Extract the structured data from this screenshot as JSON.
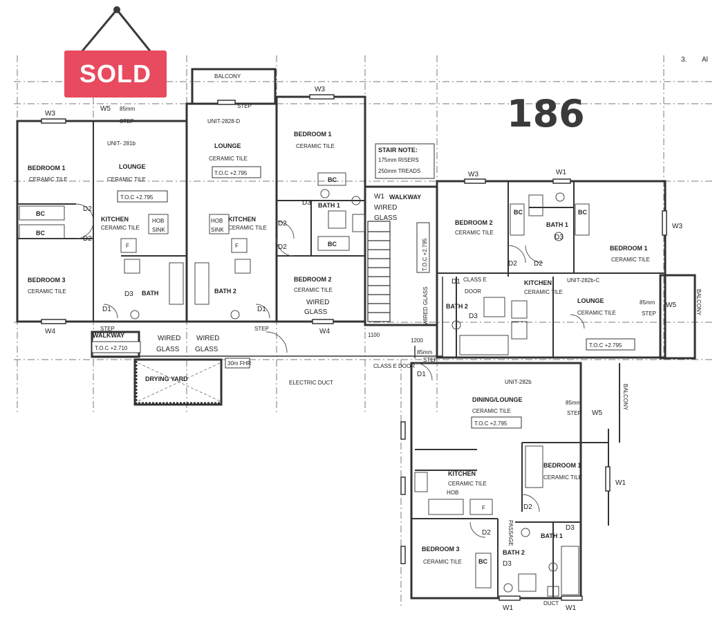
{
  "badge": {
    "sold": "SOLD",
    "lot_number": "186",
    "colors": {
      "sold_bg": "#e84a5f",
      "number": "#3a3a3a"
    }
  },
  "labels": {
    "grid_3": "3.",
    "grid_a": "Al",
    "balcony": "BALCONY",
    "unit_2828": "UNIT-2828-D",
    "unit_281b": "UNIT- 281b",
    "unit_282c": "UNIT-282b-C",
    "unit_282b": "UNIT-282b",
    "bedroom1": "BEDROOM 1",
    "bedroom2": "BEDROOM 2",
    "bedroom3": "BEDROOM 3",
    "lounge": "LOUNGE",
    "kitchen": "KITCHEN",
    "dining_lounge": "DINING/LOUNGE",
    "ceramic": "CERAMIC TILE",
    "toc": "T.O.C +2.795",
    "toc_walk": "T.O.C +2.710",
    "toc_vert": "T.O.C +2.795",
    "bath": "BATH",
    "bath1": "BATH 1",
    "bath2": "BATH 2",
    "bc": "BC",
    "hob": "HOB",
    "sink": "SINK",
    "f": "F",
    "d1": "D1",
    "d2": "D2",
    "d3": "D3",
    "w1": "W1",
    "w3": "W3",
    "w4": "W4",
    "w5": "W5",
    "step": "STEP",
    "step_85": "85mm",
    "stair_note": "STAIR NOTE:",
    "risers": "175mm RISERS",
    "treads": "250mm TREADS",
    "walkway": "WALKWAY",
    "wired_glass": "WIRED GLASS",
    "wired": "WIRED",
    "glass": "GLASS",
    "class_e_door": "CLASS E DOOR",
    "class_e": "CLASS E",
    "door": "DOOR",
    "drying_yard": "DRYING YARD",
    "electric_duct": "ELECTRIC DUCT",
    "fhr": "30m FHR",
    "dim_1100": "1100",
    "dim_1200": "1200",
    "passage": "PASSAGE",
    "duct": "DUCT"
  }
}
